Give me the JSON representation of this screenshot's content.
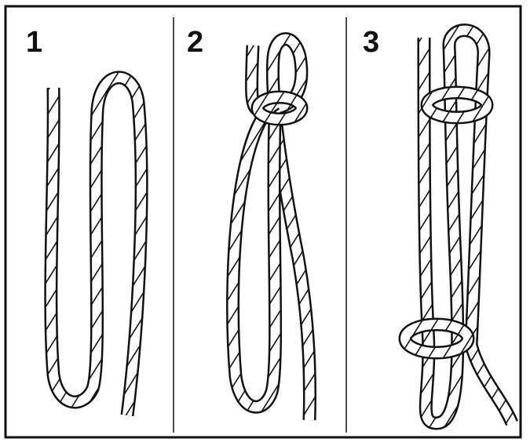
{
  "panels": [
    {
      "step": "1"
    },
    {
      "step": "2"
    },
    {
      "step": "3"
    }
  ],
  "colors": {
    "line": "#111111",
    "background": "#ffffff"
  }
}
